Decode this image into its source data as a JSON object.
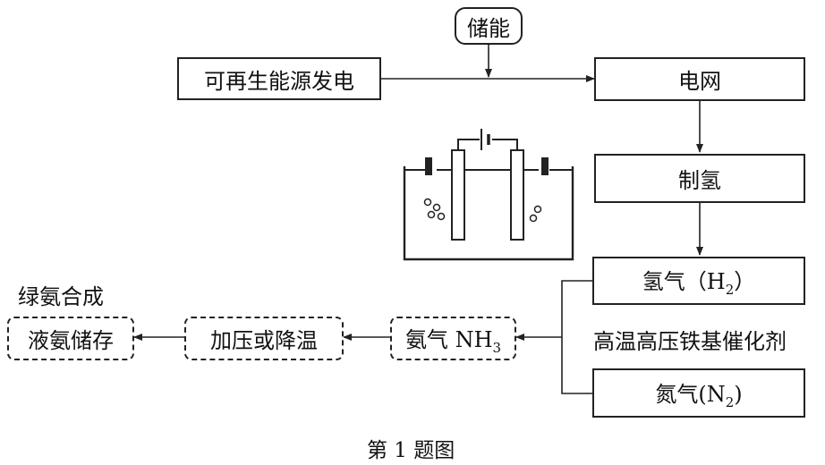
{
  "nodes": {
    "storage": "储能",
    "renewable": "可再生能源发电",
    "grid": "电网",
    "make_h2": "制氢",
    "hydrogen_prefix": "氢气（H",
    "hydrogen_sub": "2",
    "hydrogen_suffix": "）",
    "nitrogen_prefix": "氮气(N",
    "nitrogen_sub": "2",
    "nitrogen_suffix": ")",
    "ammonia_prefix": "氨气 NH",
    "ammonia_sub": "3",
    "pressurize": "加压或降温",
    "liquid_storage": "液氨储存"
  },
  "labels": {
    "catalyst": "高温高压铁基催化剂",
    "green_ammonia": "绿氨合成",
    "caption": "第 1 题图"
  }
}
